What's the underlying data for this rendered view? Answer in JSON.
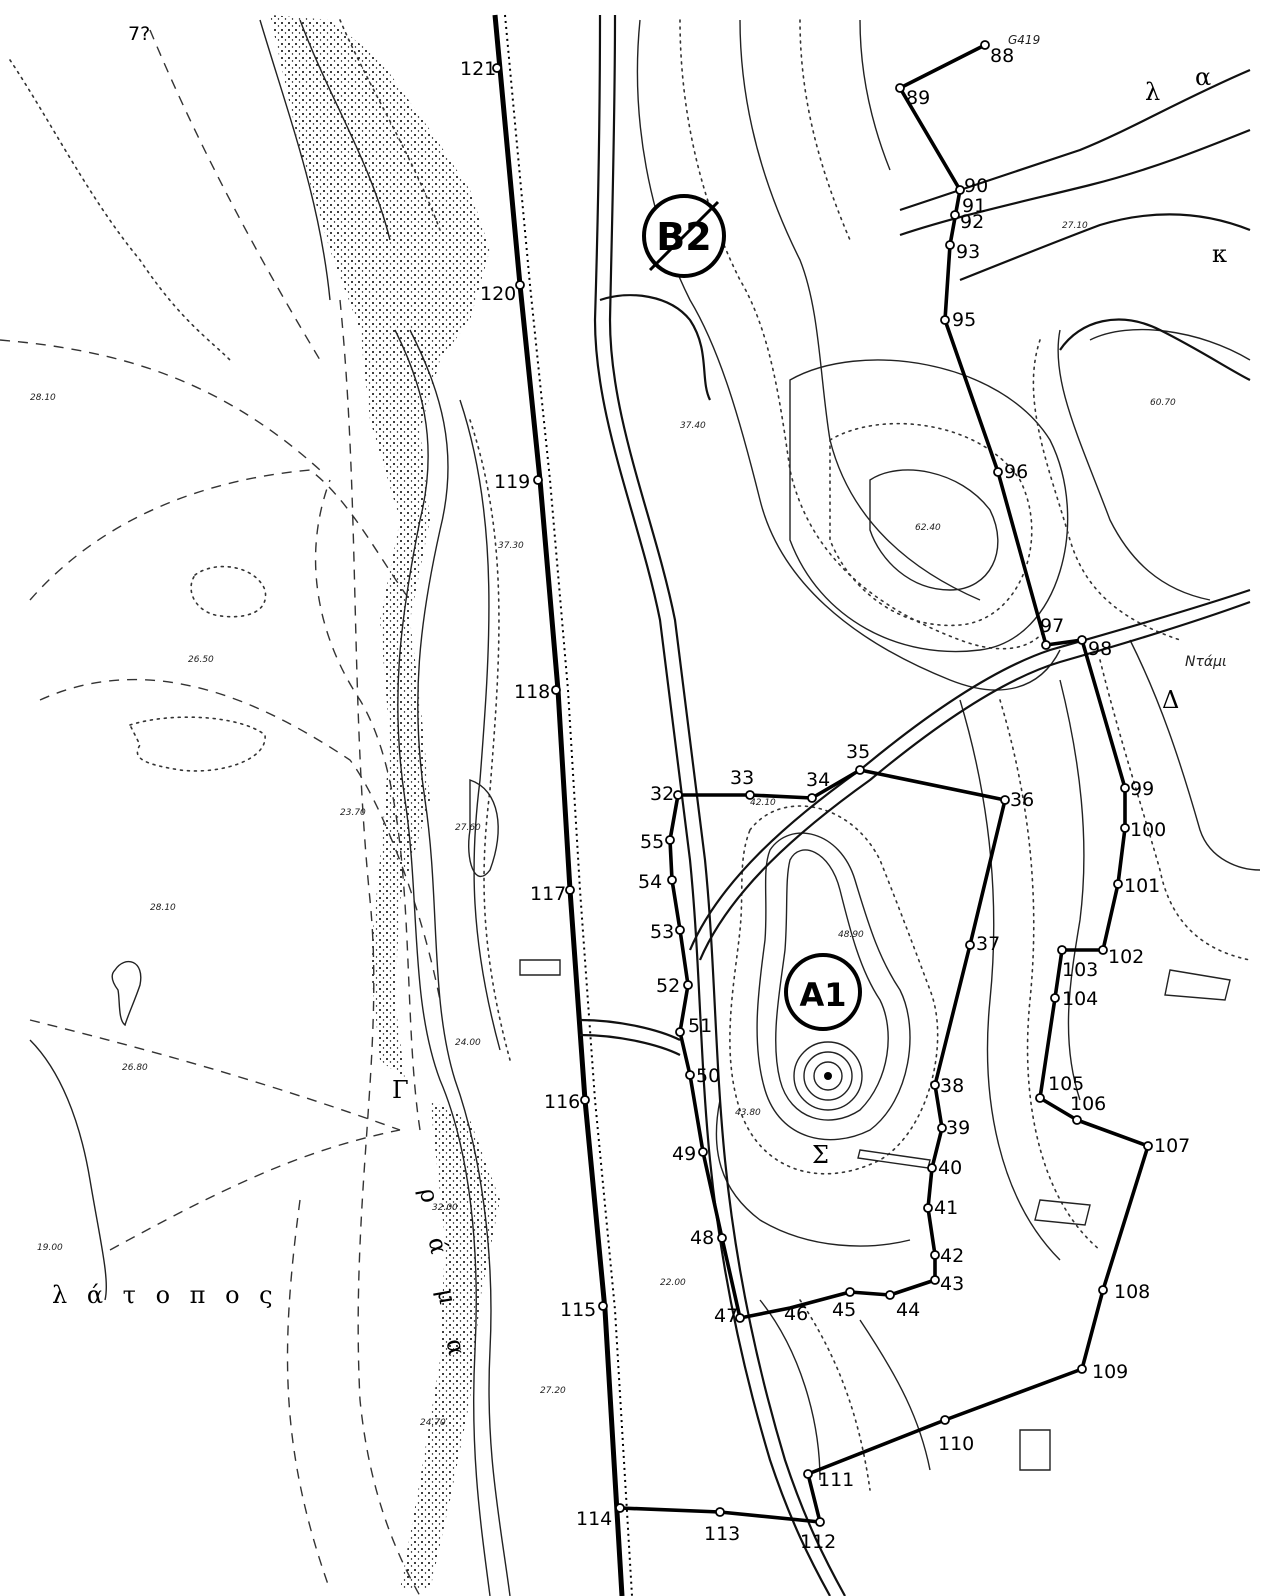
{
  "map": {
    "markers": [
      {
        "id": "b2",
        "label": "B2"
      },
      {
        "id": "a1",
        "label": "A1"
      }
    ],
    "stations": [
      "121",
      "120",
      "119",
      "118",
      "117",
      "116",
      "115",
      "114",
      "113",
      "112",
      "111",
      "110",
      "109",
      "108",
      "107",
      "106",
      "105",
      "104",
      "103",
      "102",
      "101",
      "100",
      "99",
      "98",
      "97",
      "96",
      "95",
      "93",
      "92",
      "91",
      "90",
      "89",
      "88",
      "36",
      "37",
      "38",
      "39",
      "40",
      "41",
      "42",
      "43",
      "44",
      "45",
      "46",
      "47",
      "48",
      "49",
      "50",
      "51",
      "52",
      "53",
      "54",
      "55",
      "32",
      "33",
      "34",
      "35"
    ],
    "place_names": {
      "lake_name": "λ ά τ ο π ο ς",
      "stream_name": "ρ ά μ α",
      "region_letter": "Σ",
      "region_letter_2": "Γ",
      "greek_a": "α",
      "greek_d": "Δ",
      "greek_l": "λ",
      "greek_k": "κ",
      "top_note": "7?",
      "corner_code": "G419",
      "side_note": "Ντάμι"
    },
    "elevations": [
      "37.30",
      "26.50",
      "28.10",
      "23.70",
      "24.70",
      "24.00",
      "22.00",
      "27.60",
      "62.40",
      "60.70",
      "42.10",
      "43.80",
      "48.90",
      "37.40",
      "27.20",
      "27.10",
      "26.80",
      "32.00",
      "28.10",
      "19.00"
    ]
  }
}
